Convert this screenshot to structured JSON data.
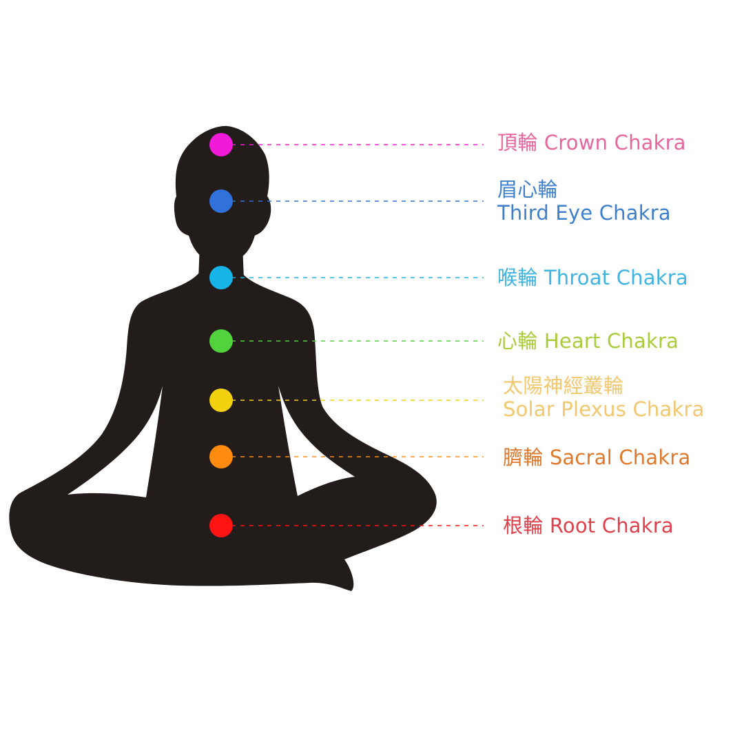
{
  "chakras": [
    {
      "id": "crown",
      "name_zh": "頂輪",
      "name_en": "Crown Chakra",
      "color": "#f01ad8",
      "text_color": "#e8669d",
      "layout": "single"
    },
    {
      "id": "third-eye",
      "name_zh": "眉心輪",
      "name_en": "Third Eye Chakra",
      "color": "#3271d9",
      "text_color": "#3e7fcc",
      "layout": "stacked"
    },
    {
      "id": "throat",
      "name_zh": "喉輪",
      "name_en": "Throat Chakra",
      "color": "#17b4e8",
      "text_color": "#3fb3e4",
      "layout": "single"
    },
    {
      "id": "heart",
      "name_zh": "心輪",
      "name_en": "Heart Chakra",
      "color": "#52d23c",
      "text_color": "#a9cc3a",
      "layout": "single"
    },
    {
      "id": "solar-plexus",
      "name_zh": "太陽神經叢輪",
      "name_en": "Solar Plexus Chakra",
      "color": "#f2d10f",
      "text_color": "#f2c76e",
      "layout": "stacked"
    },
    {
      "id": "sacral",
      "name_zh": "臍輪",
      "name_en": "Sacral Chakra",
      "color": "#ff8c10",
      "text_color": "#e0782c",
      "layout": "single"
    },
    {
      "id": "root",
      "name_zh": "根輪",
      "name_en": "Root Chakra",
      "color": "#ff1414",
      "text_color": "#e0404a",
      "layout": "single"
    }
  ]
}
